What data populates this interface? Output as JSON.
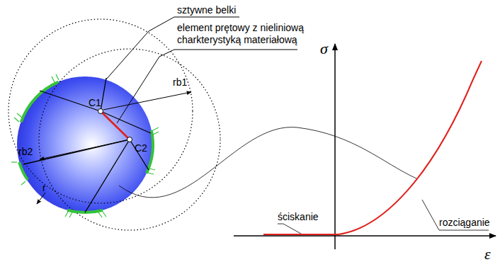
{
  "diagram": {
    "labels": [
      "sztywne belki",
      "element prętowy z nieliniową charkterystyką materiałową",
      "C1",
      "C2",
      "rb1",
      "rb2",
      "r",
      "σ",
      "ε",
      "ściskanie",
      "rozciąganie"
    ]
  }
}
